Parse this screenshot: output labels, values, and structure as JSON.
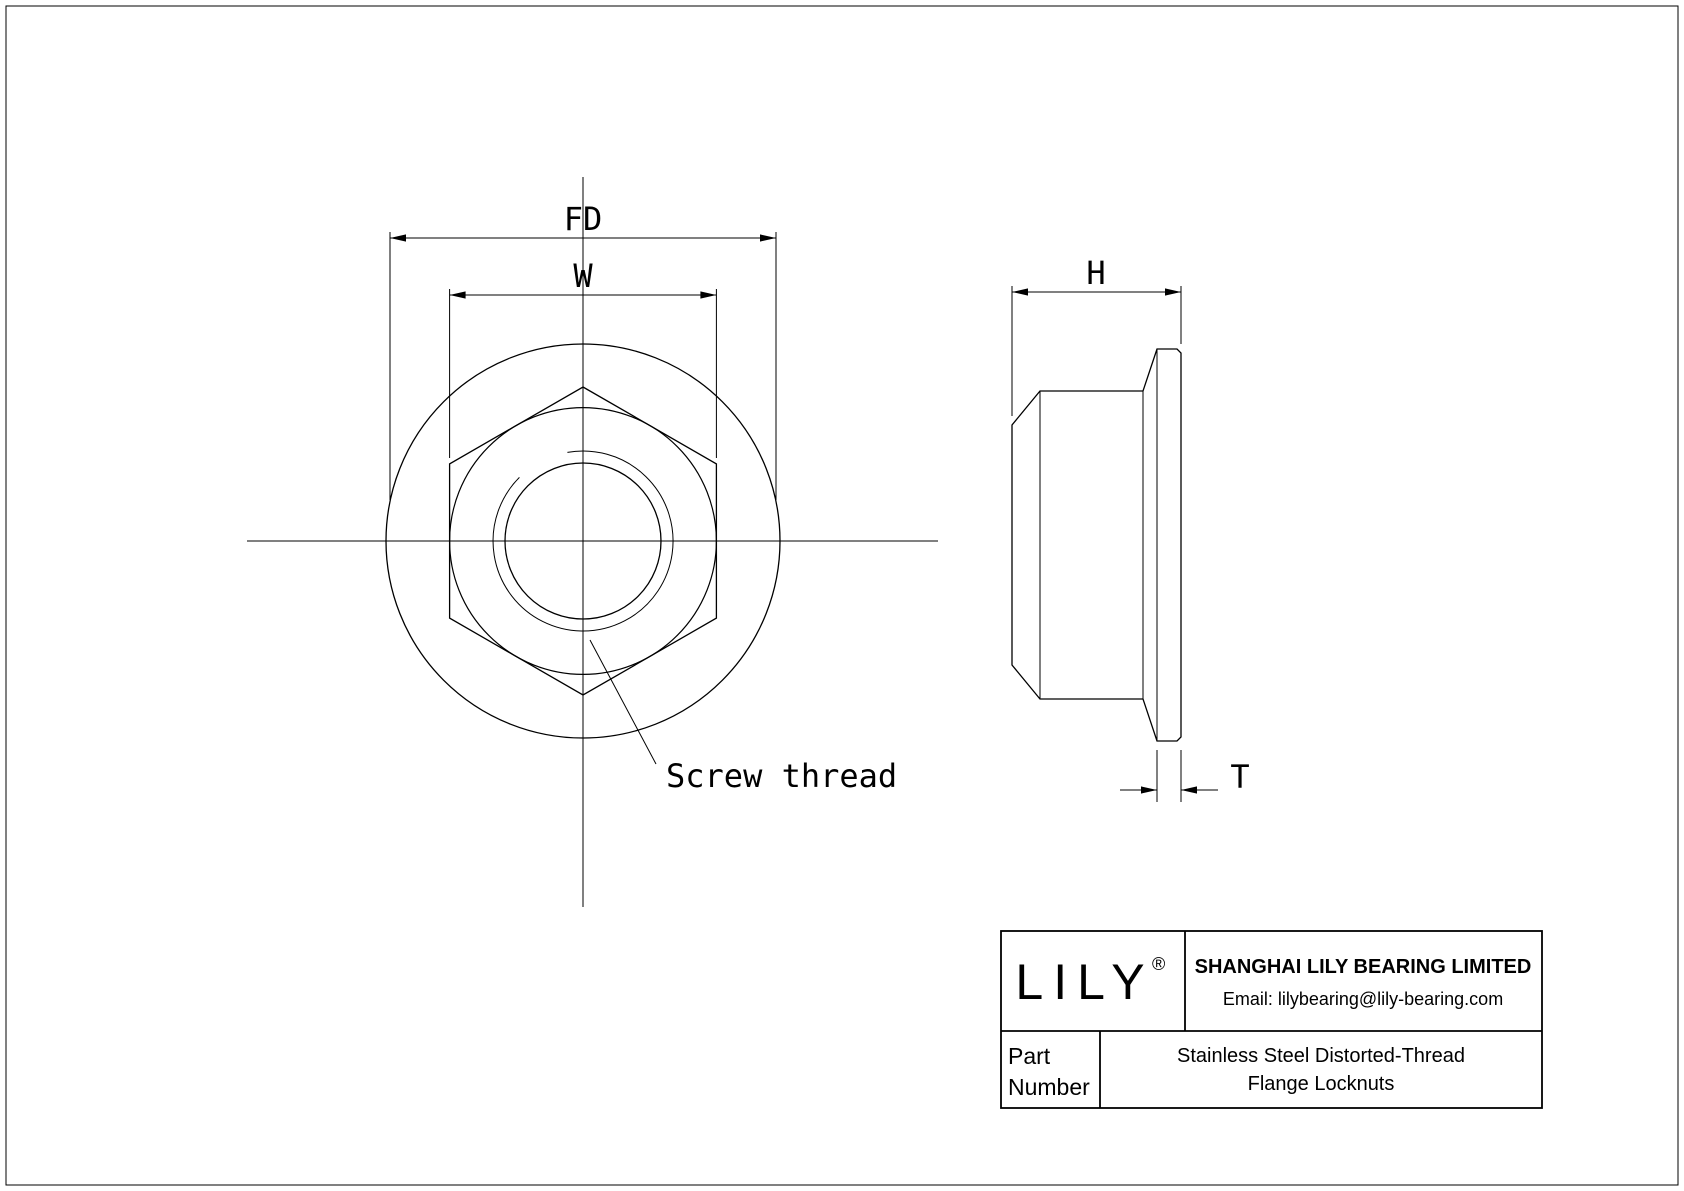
{
  "labels": {
    "flange_diameter": "FD",
    "width_across_flats": "W",
    "height": "H",
    "flange_thickness": "T",
    "screw_thread": "Screw thread"
  },
  "title_block": {
    "logo": "LILY",
    "registered_mark": "®",
    "company": "SHANGHAI LILY BEARING LIMITED",
    "email": "Email: lilybearing@lily-bearing.com",
    "part_label_line1": "Part",
    "part_label_line2": "Number",
    "description_line1": "Stainless Steel Distorted-Thread",
    "description_line2": "Flange Locknuts"
  },
  "colors": {
    "line": "#000000",
    "background": "#ffffff"
  }
}
